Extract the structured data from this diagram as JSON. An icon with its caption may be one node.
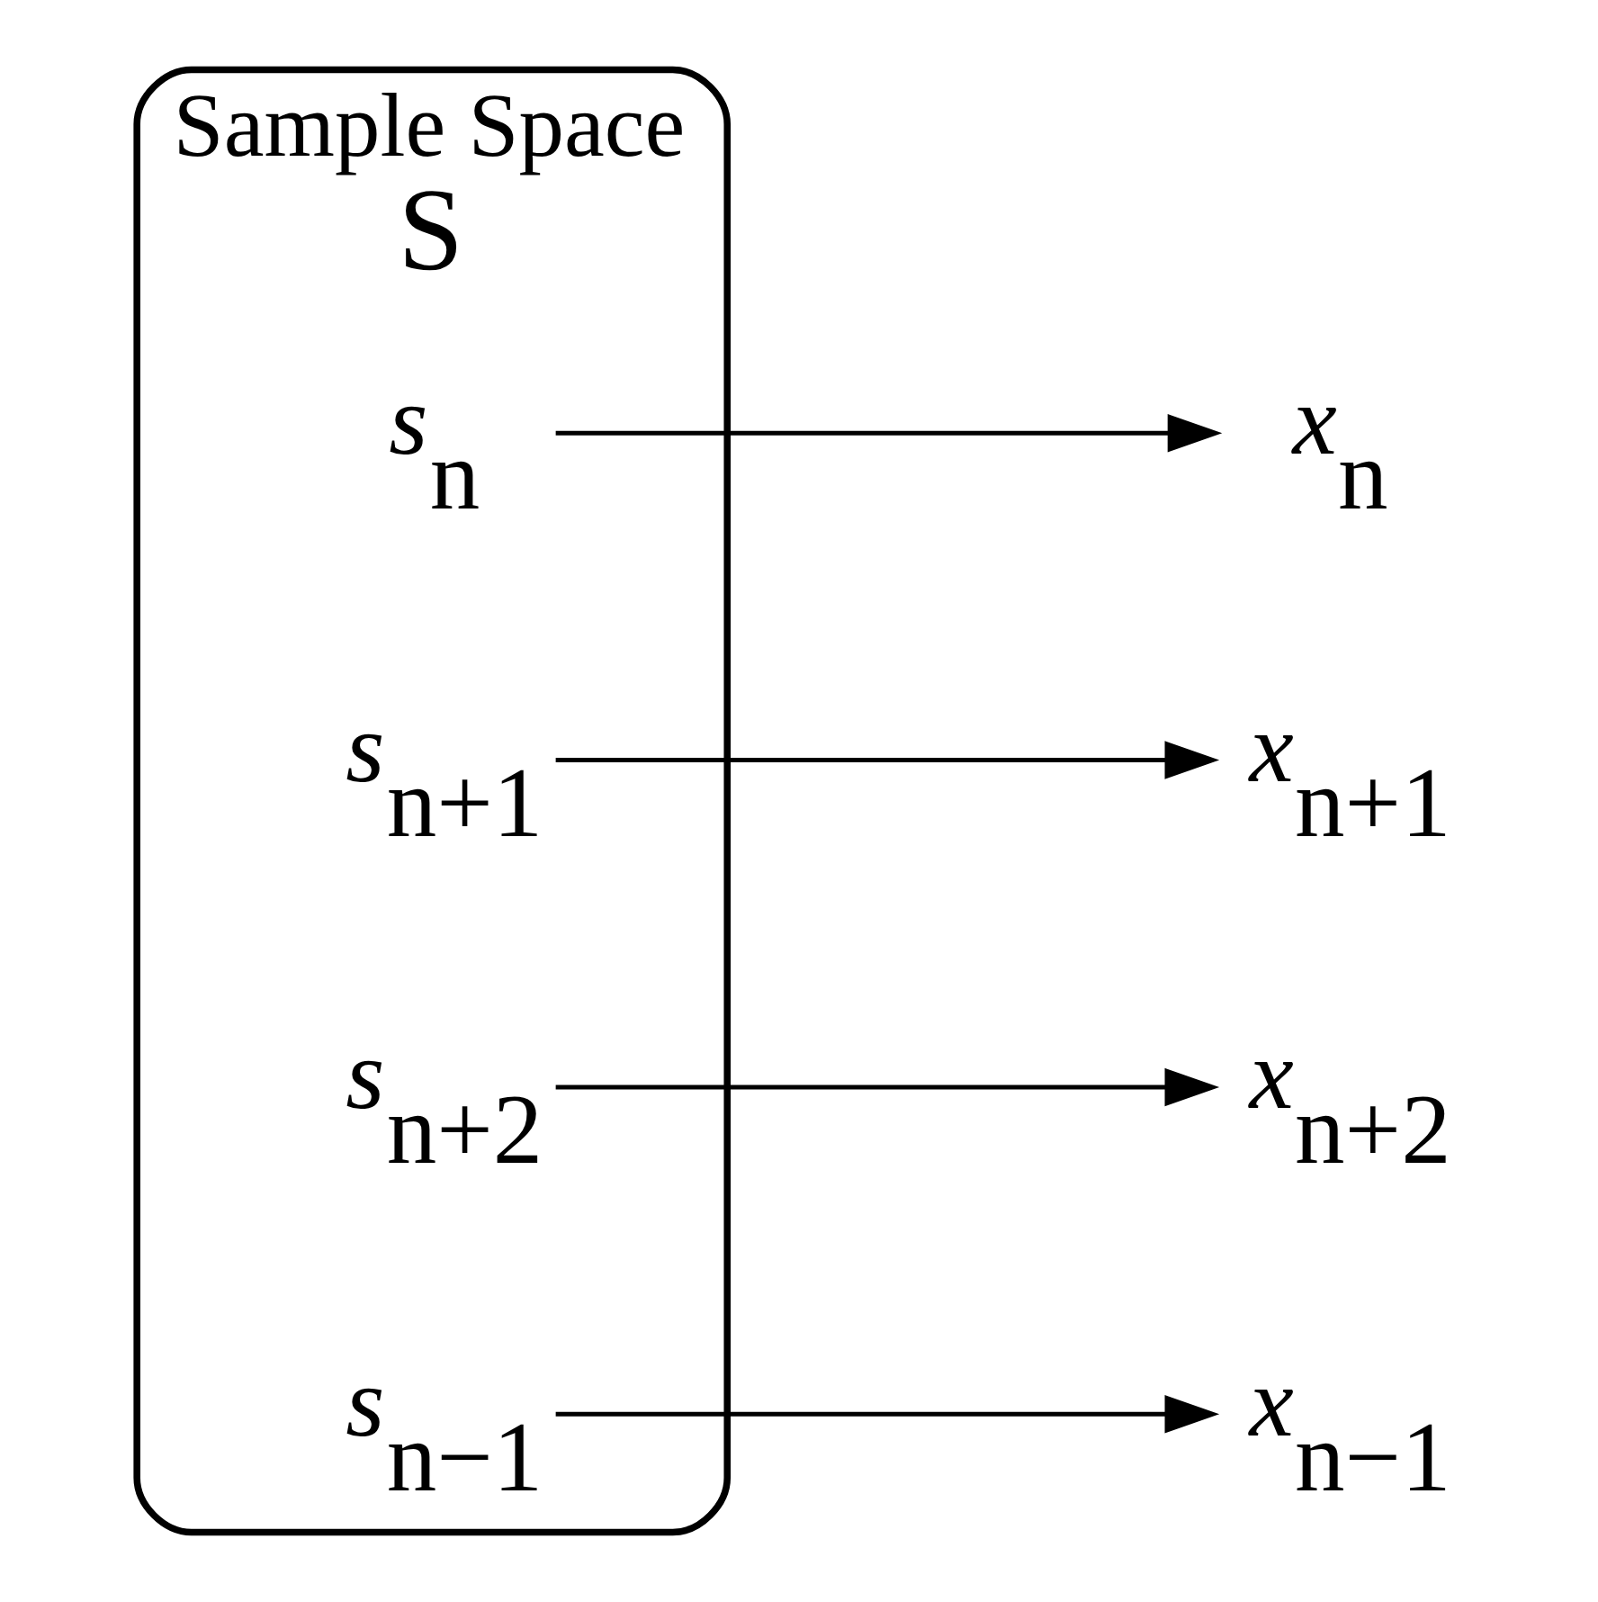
{
  "diagram": {
    "nodes": [
      {
        "text": [
          "Sample Space",
          "S"
        ]
      },
      {
        "text": [
          "*s*$_{n}$"
        ],
        "in": 0
      },
      {
        "text": [
          "*s*$_{n+1}$"
        ],
        "in": 0
      },
      {
        "text": [
          "*s*$_{n+2}$"
        ],
        "in": 0
      },
      {
        "text": [
          "*s*$_{n−1}$"
        ],
        "in": 0
      },
      {
        "text": [
          "*x*$_{n+2}$"
        ]
      },
      {
        "text": [
          "*x*$_{n+1}$"
        ]
      },
      {
        "text": [
          "*x*$_{n}$"
        ]
      },
      {
        "text": [
          "*x*$_{n−1}$"
        ]
      }
    ],
    "edges": [
      {
        "from": 3,
        "to": 5,
        "arrow": "to"
      },
      {
        "from": 2,
        "to": 6,
        "arrow": "to"
      },
      {
        "from": 1,
        "to": 7,
        "arrow": "to"
      },
      {
        "from": 4,
        "to": 8,
        "arrow": "to"
      }
    ]
  }
}
